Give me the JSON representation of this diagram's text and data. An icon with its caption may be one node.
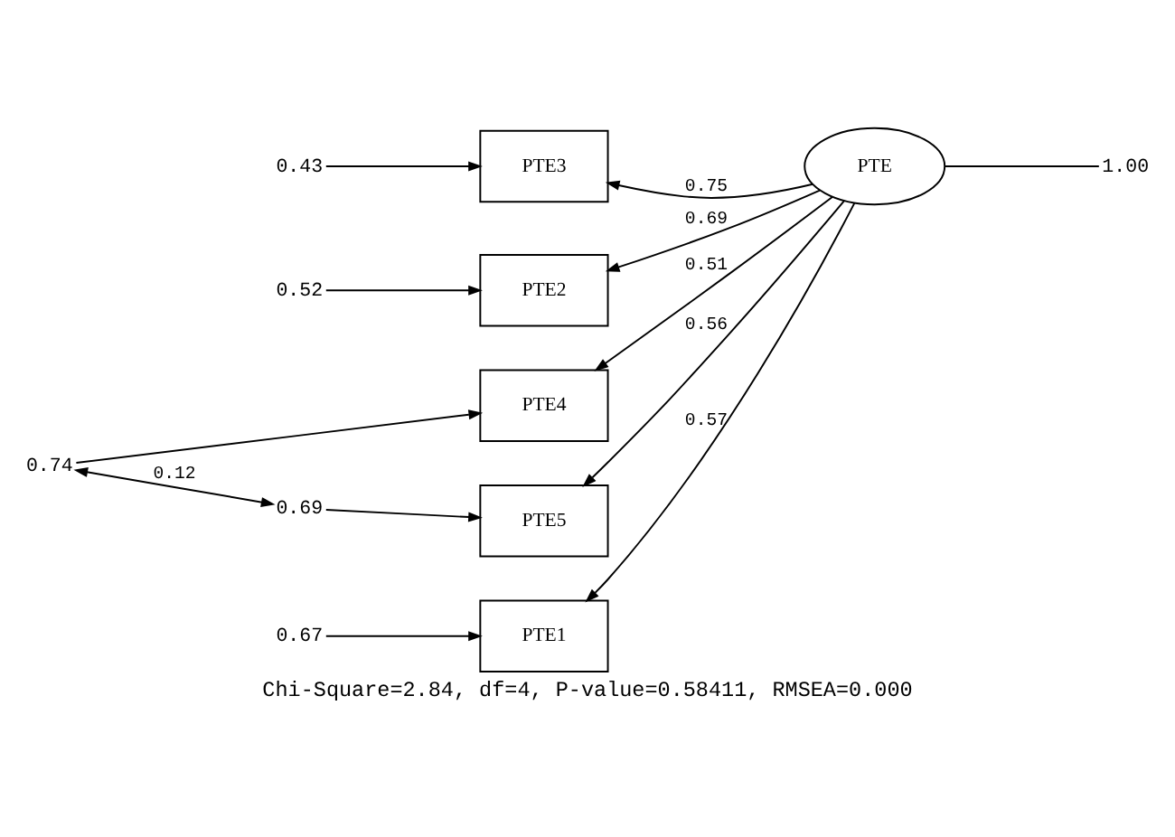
{
  "diagram": {
    "caption": "Chi-Square=2.84, df=4, P-value=0.58411, RMSEA=0.000",
    "nodes": [
      {
        "text": [
          "PTE1"
        ]
      },
      {
        "text": [
          "PTE2"
        ]
      },
      {
        "text": [
          "PTE3"
        ]
      },
      {
        "text": [
          "PTE4"
        ]
      },
      {
        "text": [
          "PTE5"
        ]
      },
      {
        "text": [
          "PTE"
        ]
      },
      {
        "text": [
          "0.67"
        ]
      },
      {
        "text": [
          "0.52"
        ]
      },
      {
        "text": [
          "0.43"
        ]
      },
      {
        "text": [
          "0.74"
        ]
      },
      {
        "text": [
          "0.69"
        ]
      },
      {
        "text": [
          "1.00"
        ]
      }
    ],
    "edges": [
      {
        "from": 5,
        "to": 0,
        "arrow": "to",
        "label": "0.57"
      },
      {
        "from": 5,
        "to": 1,
        "arrow": "to",
        "label": "0.69"
      },
      {
        "from": 5,
        "to": 2,
        "arrow": "to",
        "label": "0.75"
      },
      {
        "from": 5,
        "to": 3,
        "arrow": "to",
        "label": "0.51"
      },
      {
        "from": 5,
        "to": 4,
        "arrow": "to",
        "label": "0.56"
      },
      {
        "from": 6,
        "to": 0,
        "arrow": "to"
      },
      {
        "from": 7,
        "to": 1,
        "arrow": "to"
      },
      {
        "from": 8,
        "to": 2,
        "arrow": "to"
      },
      {
        "from": 9,
        "to": 3,
        "arrow": "to"
      },
      {
        "from": 10,
        "to": 4,
        "arrow": "to"
      },
      {
        "from": 5,
        "to": 11,
        "arrow": "none"
      },
      {
        "from": 9,
        "to": 10,
        "arrow": "both",
        "label": "0.12"
      }
    ]
  }
}
